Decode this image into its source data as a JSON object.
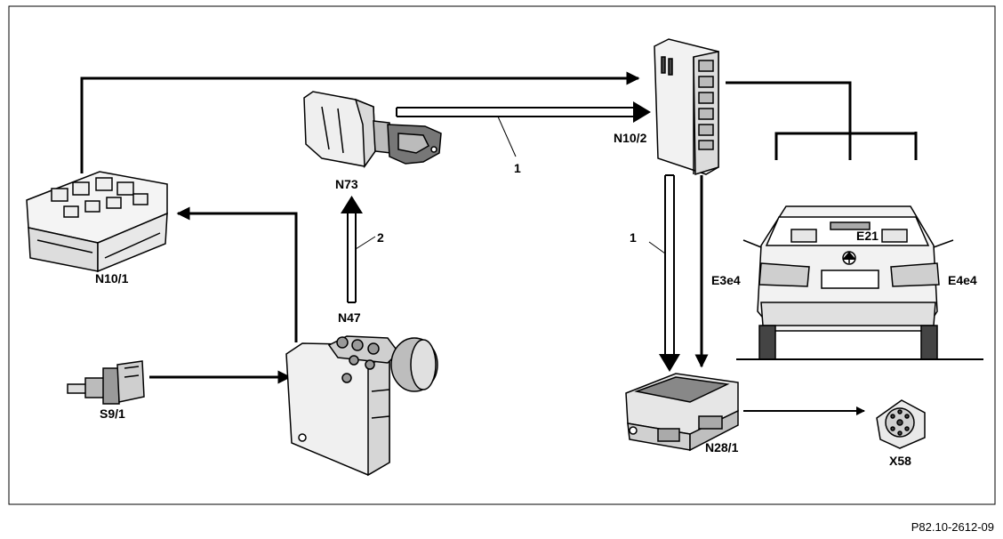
{
  "diagram": {
    "components": {
      "n10_1": "N10/1",
      "n73": "N73",
      "n10_2": "N10/2",
      "n47": "N47",
      "s9_1": "S9/1",
      "n28_1": "N28/1",
      "x58": "X58",
      "e21": "E21",
      "e3e4": "E3e4",
      "e4e4": "E4e4"
    },
    "connection_labels": {
      "n73_to_n10_2": "1",
      "n10_2_to_n28_1": "1",
      "n47_to_n73": "2"
    },
    "reference": "P82.10-2612-09"
  }
}
